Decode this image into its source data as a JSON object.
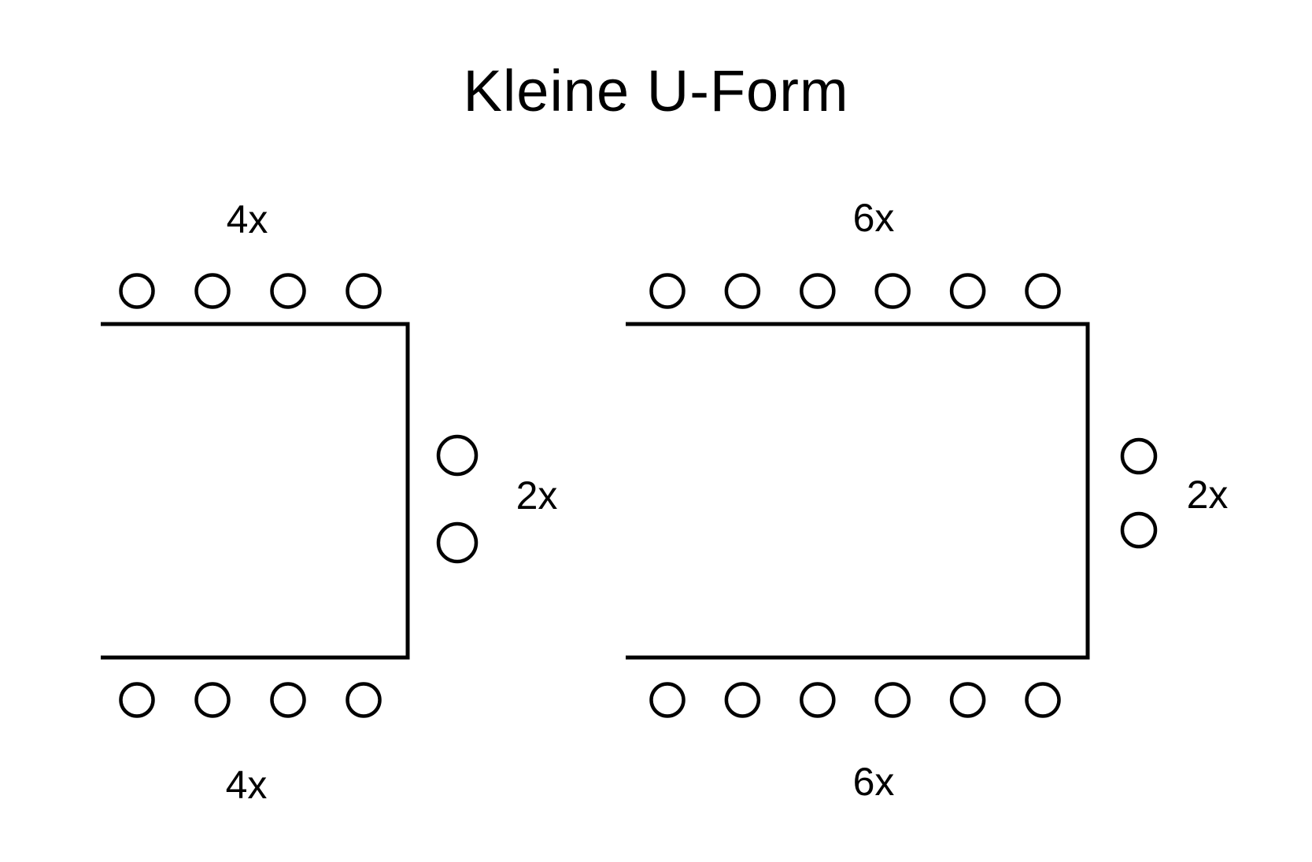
{
  "title": "Kleine U-Form",
  "colors": {
    "line": "#000000",
    "background": "#ffffff"
  },
  "diagram": {
    "description": "Two U-form seating arrangements: open-left rectangular tables with chairs drawn as circles",
    "tables": [
      {
        "id": "left",
        "top_label": "4x",
        "top_seats": 4,
        "bottom_label": "4x",
        "bottom_seats": 4,
        "right_label": "2x",
        "right_seats": 2
      },
      {
        "id": "right",
        "top_label": "6x",
        "top_seats": 6,
        "bottom_label": "6x",
        "bottom_seats": 6,
        "right_label": "2x",
        "right_seats": 2
      }
    ]
  }
}
